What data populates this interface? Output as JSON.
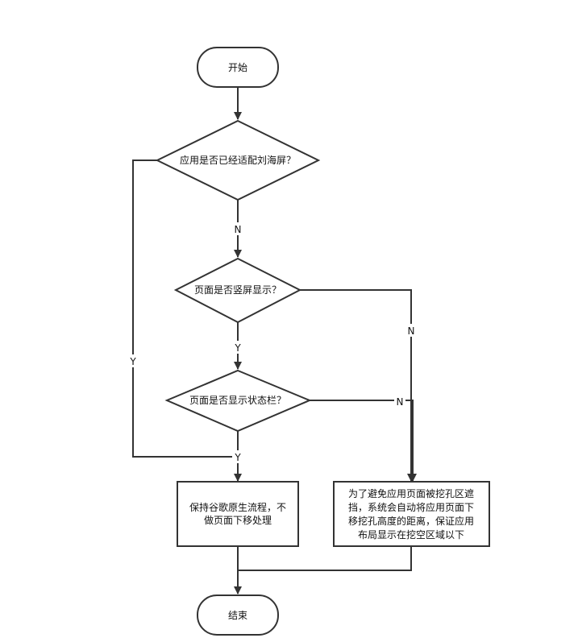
{
  "nodes": {
    "start": "开始",
    "decision_adapted": "应用是否已经适配刘海屏？",
    "decision_portrait": "页面是否竖屏显示？",
    "decision_statusbar": "页面是否显示状态栏？",
    "action_google": [
      "保持谷歌原生流程，不",
      "做页面下移处理"
    ],
    "action_move": [
      "为了避免应用页面被挖孔区遮",
      "挡，系统会自动将应用页面下",
      "移挖孔高度的距离，保证应用",
      "布局显示在挖空区域以下"
    ],
    "end": "结束"
  },
  "edge_labels": {
    "adapted_no": "N",
    "adapted_yes": "Y",
    "portrait_yes": "Y",
    "portrait_no": "N",
    "statusbar_yes": "Y",
    "statusbar_no": "N"
  },
  "colors": {
    "stroke": "#333333",
    "text": "#111111",
    "background": "#ffffff"
  }
}
